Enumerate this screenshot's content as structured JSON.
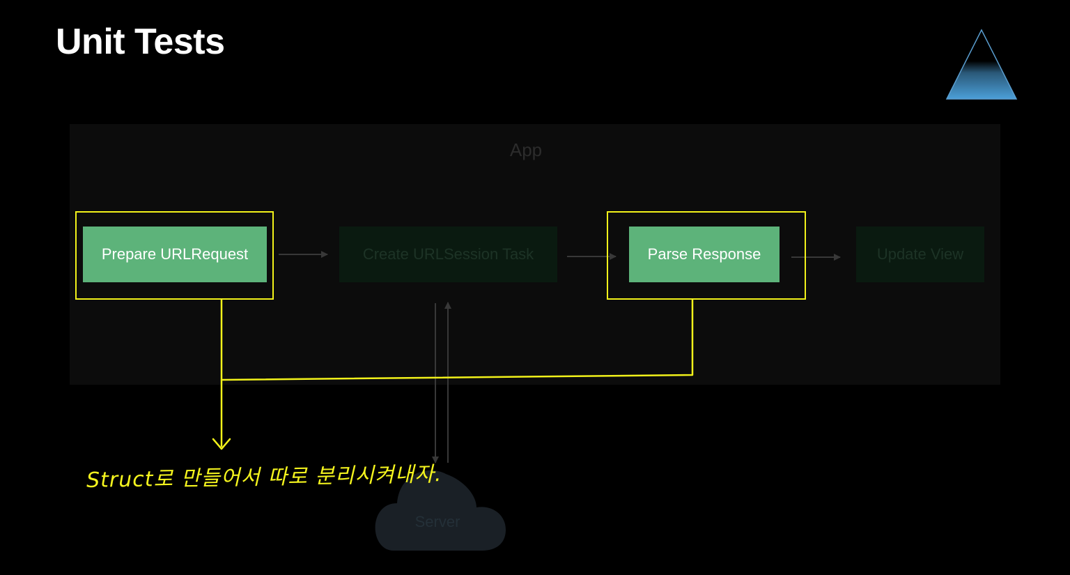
{
  "slide": {
    "title": "Unit Tests"
  },
  "diagram": {
    "container_label": "App",
    "steps": [
      {
        "label": "Prepare URLRequest",
        "state": "highlighted"
      },
      {
        "label": "Create URLSession Task",
        "state": "dimmed"
      },
      {
        "label": "Parse Response",
        "state": "highlighted"
      },
      {
        "label": "Update View",
        "state": "dimmed"
      }
    ],
    "server_label": "Server"
  },
  "annotation": {
    "text": "Struct로 만들어서 따로 분리시켜내자."
  },
  "colors": {
    "background": "#000000",
    "highlight": "#f2f21a",
    "active_step": "#5db37a",
    "dimmed_step": "#0a1a10",
    "logo_gradient_bottom": "#3f8fd0"
  },
  "icons": {
    "logo": "triangle-logo-icon",
    "server": "cloud-icon"
  }
}
